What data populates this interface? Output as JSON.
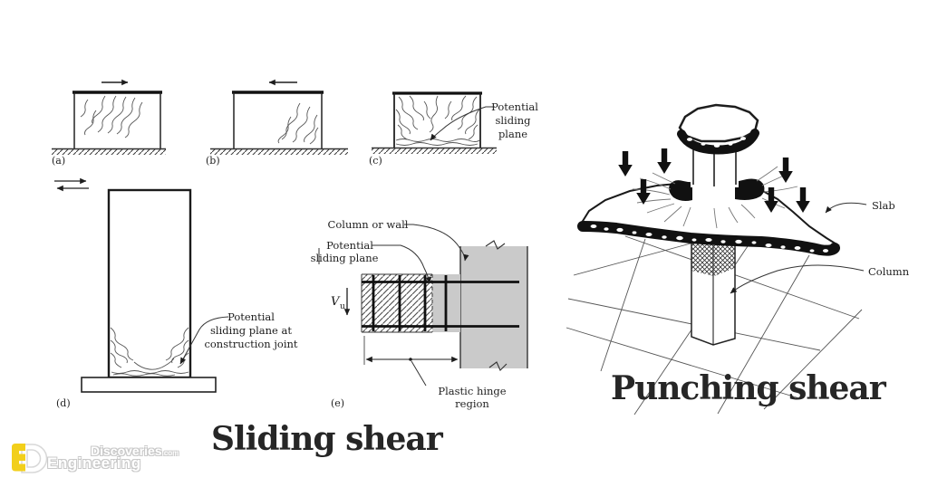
{
  "figure": {
    "titles": {
      "sliding": "Sliding shear",
      "punching": "Punching shear"
    },
    "subfigures": {
      "a": "(a)",
      "b": "(b)",
      "c": "(c)",
      "d": "(d)",
      "e": "(e)"
    },
    "annotations": {
      "c_note_l1": "Potential",
      "c_note_l2": "sliding",
      "c_note_l3": "plane",
      "d_note_l1": "Potential",
      "d_note_l2": "sliding plane at",
      "d_note_l3": "construction joint",
      "e_column_or_wall": "Column or wall",
      "e_plane_l1": "Potential",
      "e_plane_l2": "sliding plane",
      "e_shear_force": "V",
      "e_shear_force_sub": "u",
      "e_hinge_l1": "Plastic hinge",
      "e_hinge_l2": "region",
      "slab": "Slab",
      "column": "Column"
    }
  },
  "logo": {
    "word_top": "Discoveries",
    "word_top_suffix": ".com",
    "word_bottom": "Engineering"
  },
  "colors": {
    "ink": "#1d1d1d",
    "crack": "#555555",
    "concrete_gray": "#cacaca",
    "logo_yellow": "#f2cf1b",
    "background": "#ffffff"
  }
}
